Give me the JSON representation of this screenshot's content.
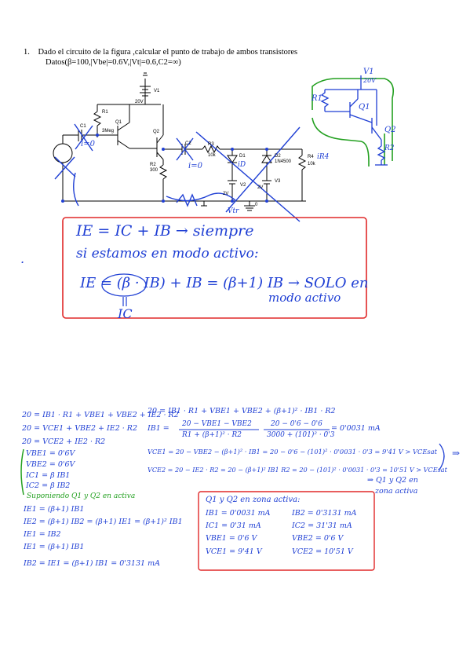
{
  "problem": {
    "number": "1.",
    "statement": "Dado el circuito de la figura ,calcular el punto de trabajo de ambos transistores",
    "data": "Datos(β=100,|Vbe|=0.6V,|Vt|=0.6,C2=∞)"
  },
  "circuit_labels": {
    "v1": "V1",
    "v1_val": "20V",
    "r1": "R1",
    "r1_val": "3Meg",
    "q1": "Q1",
    "q2": "Q2",
    "c1": "C1",
    "r2": "R2",
    "r2_val": "300",
    "c2": "C2",
    "r3": "R3",
    "r3_val": "10k",
    "d1": "D1",
    "d2": "D2",
    "d2_part": "1N4500",
    "r4": "R4",
    "r4_val": "10k",
    "v2": "V2",
    "v2_val": "2V",
    "v3": "V3",
    "v3_val": "2V",
    "ground": "0"
  },
  "annotations": {
    "i0_left": "i=0",
    "i0_mid": "i=0",
    "isub_d1": "iD",
    "ir4": "iR4",
    "vtrig": "Vtr"
  },
  "sketch": {
    "v1": "V1",
    "v1_val": "20V",
    "r1": "R1",
    "q1": "Q1",
    "q2": "Q2",
    "r2": "R2"
  },
  "red_box": {
    "line1": "IE = IC + IB → siempre",
    "line2": "si estamos en modo activo:",
    "line3": "IE = (β · IB) + IB = (β+1) IB → SOLO en",
    "line4": "modo activo",
    "ic": "IC"
  },
  "work_left": [
    "20 = IB1 · R1 + VBE1 + VBE2 + IE2 · R2",
    "20 = VCE1 + VBE2 + IE2 · R2",
    "20 = VCE2 + IE2 · R2"
  ],
  "green_block": [
    "VBE1 = 0'6V",
    "VBE2 = 0'6V",
    "IC1 = β IB1",
    "IC2 = β IB2",
    "Suponiendo Q1 y Q2 en activa"
  ],
  "work_left2": [
    "IE1 = (β+1) IB1",
    "IE2 = (β+1) IB2 = (β+1) IE1 = (β+1)² IB1",
    "IE1 = IB2",
    "IE1 = (β+1) IB1",
    "IB2 = IE1 = (β+1) IB1 = 0'3131 mA"
  ],
  "work_right": {
    "eq1": "20 = IB1 · R1 + VBE1 + VBE2 + (β+1)² · IB1 · R2",
    "ib1_lhs": "IB1 =",
    "ib1_num": "20 − VBE1 − VBE2",
    "ib1_den": "R1 + (β+1)² · R2",
    "ib1_num2": "20 − 0'6 − 0'6",
    "ib1_den2": "3000 + (101)² · 0'3",
    "ib1_res": "= 0'0031 mA",
    "vce1": "VCE1 = 20 − VBE2 − (β+1)² · IB1 = 20 − 0'6 − (101)² · 0'0031 · 0'3 = 9'41 V > VCEsat",
    "vce2": "VCE2 = 20 − IE2 · R2 = 20 − (β+1)² IB1 R2 = 20 − (101)² · 0'0031 · 0'3 = 10'51 V > VCEsat",
    "conclusion1": "⇒ Q1 y Q2 en",
    "conclusion2": "zona activa"
  },
  "result_box": {
    "title": "Q1 y Q2 en zona activa:",
    "col1": [
      "IB1 = 0'0031 mA",
      "IC1 = 0'31 mA",
      "VBE1 = 0'6 V",
      "VCE1 = 9'41 V"
    ],
    "col2": [
      "IB2 = 0'3131 mA",
      "IC2 = 31'31 mA",
      "VBE2 = 0'6 V",
      "VCE2 = 10'51 V"
    ]
  },
  "colors": {
    "ink_blue": "#1f3fd4",
    "ink_green": "#23a020",
    "ink_red": "#e02828"
  }
}
